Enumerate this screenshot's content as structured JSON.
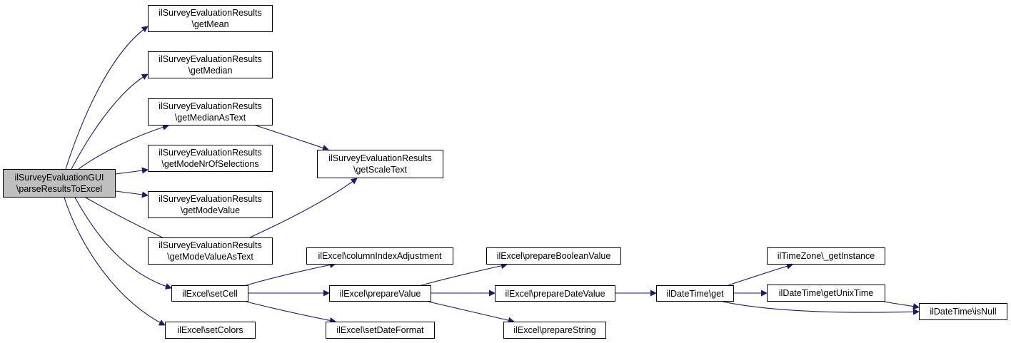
{
  "diagram": {
    "colors": {
      "edge": "#191970",
      "node_border": "#000000",
      "node_fill": "#ffffff",
      "root_fill": "#bfbfbf"
    },
    "nodes": [
      {
        "id": "root",
        "lines": [
          "ilSurveyEvaluationGUI",
          "\\parseResultsToExcel"
        ],
        "root": true
      },
      {
        "id": "getMean",
        "lines": [
          "ilSurveyEvaluationResults",
          "\\getMean"
        ]
      },
      {
        "id": "getMedian",
        "lines": [
          "ilSurveyEvaluationResults",
          "\\getMedian"
        ]
      },
      {
        "id": "getMedianAsText",
        "lines": [
          "ilSurveyEvaluationResults",
          "\\getMedianAsText"
        ]
      },
      {
        "id": "getModeNrOfSelections",
        "lines": [
          "ilSurveyEvaluationResults",
          "\\getModeNrOfSelections"
        ]
      },
      {
        "id": "getModeValue",
        "lines": [
          "ilSurveyEvaluationResults",
          "\\getModeValue"
        ]
      },
      {
        "id": "getModeValueAsText",
        "lines": [
          "ilSurveyEvaluationResults",
          "\\getModeValueAsText"
        ]
      },
      {
        "id": "setCell",
        "lines": [
          "ilExcel\\setCell"
        ]
      },
      {
        "id": "setColors",
        "lines": [
          "ilExcel\\setColors"
        ]
      },
      {
        "id": "getScaleText",
        "lines": [
          "ilSurveyEvaluationResults",
          "\\getScaleText"
        ]
      },
      {
        "id": "columnIndexAdjustment",
        "lines": [
          "ilExcel\\columnIndexAdjustment"
        ]
      },
      {
        "id": "prepareValue",
        "lines": [
          "ilExcel\\prepareValue"
        ]
      },
      {
        "id": "setDateFormat",
        "lines": [
          "ilExcel\\setDateFormat"
        ]
      },
      {
        "id": "prepareBooleanValue",
        "lines": [
          "ilExcel\\prepareBooleanValue"
        ]
      },
      {
        "id": "prepareDateValue",
        "lines": [
          "ilExcel\\prepareDateValue"
        ]
      },
      {
        "id": "prepareString",
        "lines": [
          "ilExcel\\prepareString"
        ]
      },
      {
        "id": "dtGet",
        "lines": [
          "ilDateTime\\get"
        ]
      },
      {
        "id": "tzGetInstance",
        "lines": [
          "ilTimeZone\\_getInstance"
        ]
      },
      {
        "id": "getUnixTime",
        "lines": [
          "ilDateTime\\getUnixTime"
        ]
      },
      {
        "id": "isNull",
        "lines": [
          "ilDateTime\\isNull"
        ]
      }
    ],
    "edges": [
      {
        "from": "root",
        "to": "getMean"
      },
      {
        "from": "root",
        "to": "getMedian"
      },
      {
        "from": "root",
        "to": "getMedianAsText"
      },
      {
        "from": "root",
        "to": "getModeNrOfSelections"
      },
      {
        "from": "root",
        "to": "getModeValue"
      },
      {
        "from": "root",
        "to": "getModeValueAsText"
      },
      {
        "from": "root",
        "to": "setCell"
      },
      {
        "from": "root",
        "to": "setColors"
      },
      {
        "from": "getMedianAsText",
        "to": "getScaleText"
      },
      {
        "from": "getModeValueAsText",
        "to": "getScaleText"
      },
      {
        "from": "setCell",
        "to": "columnIndexAdjustment"
      },
      {
        "from": "setCell",
        "to": "prepareValue"
      },
      {
        "from": "setCell",
        "to": "setDateFormat"
      },
      {
        "from": "prepareValue",
        "to": "prepareBooleanValue"
      },
      {
        "from": "prepareValue",
        "to": "prepareDateValue"
      },
      {
        "from": "prepareValue",
        "to": "prepareString"
      },
      {
        "from": "prepareDateValue",
        "to": "dtGet"
      },
      {
        "from": "dtGet",
        "to": "tzGetInstance"
      },
      {
        "from": "dtGet",
        "to": "getUnixTime"
      },
      {
        "from": "dtGet",
        "to": "isNull"
      },
      {
        "from": "getUnixTime",
        "to": "isNull"
      }
    ]
  }
}
